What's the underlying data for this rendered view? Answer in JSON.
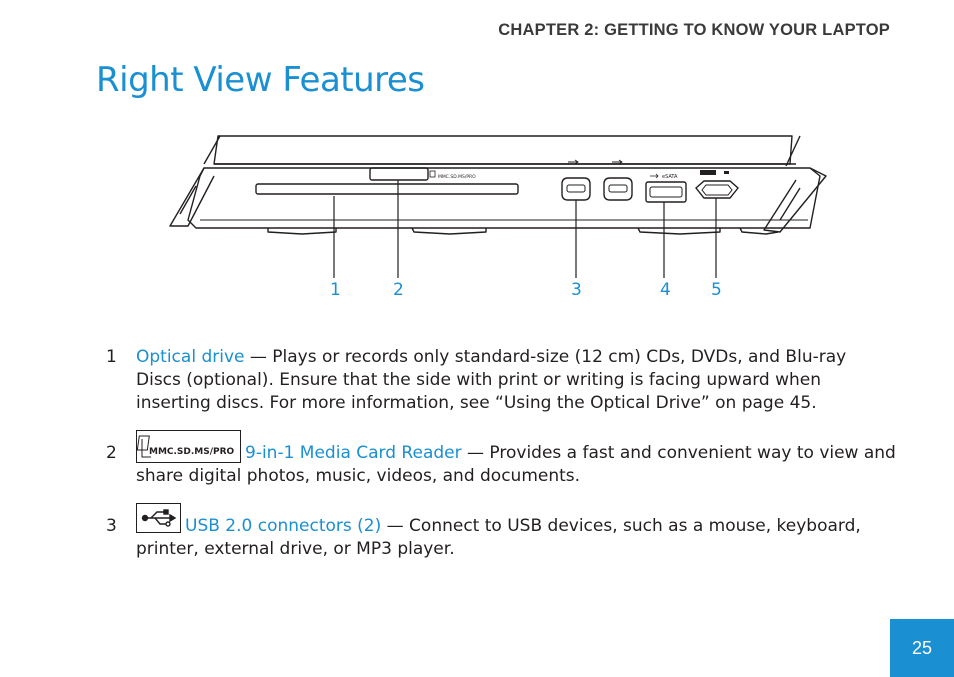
{
  "header": {
    "chapter": "CHAPTER 2: GETTING TO KNOW YOUR LAPTOP"
  },
  "title": "Right View Features",
  "figure": {
    "port_label": "MMC.SD.MS/PRO",
    "esata_label": "eSATA",
    "callouts": [
      "1",
      "2",
      "3",
      "4",
      "5"
    ]
  },
  "items": [
    {
      "num": "1",
      "term": "Optical drive",
      "desc": " — Plays or records only standard-size (12 cm) CDs, DVDs, and Blu-ray Discs (optional). Ensure that the side with print or writing is facing upward when inserting discs. For more information, see “Using the Optical Drive” on page 45."
    },
    {
      "num": "2",
      "icon_label": "MMC.SD.MS/PRO",
      "term": "9-in-1 Media Card Reader",
      "desc": " — Provides a fast and convenient way to view and share digital photos, music, videos, and documents."
    },
    {
      "num": "3",
      "term": "USB 2.0 connectors (2)",
      "desc": " — Connect to USB devices, such as a mouse, keyboard, printer, external drive, or MP3 player."
    }
  ],
  "footer": {
    "page_number": "25"
  },
  "colors": {
    "accent": "#1a8fd1",
    "text": "#231f20"
  }
}
